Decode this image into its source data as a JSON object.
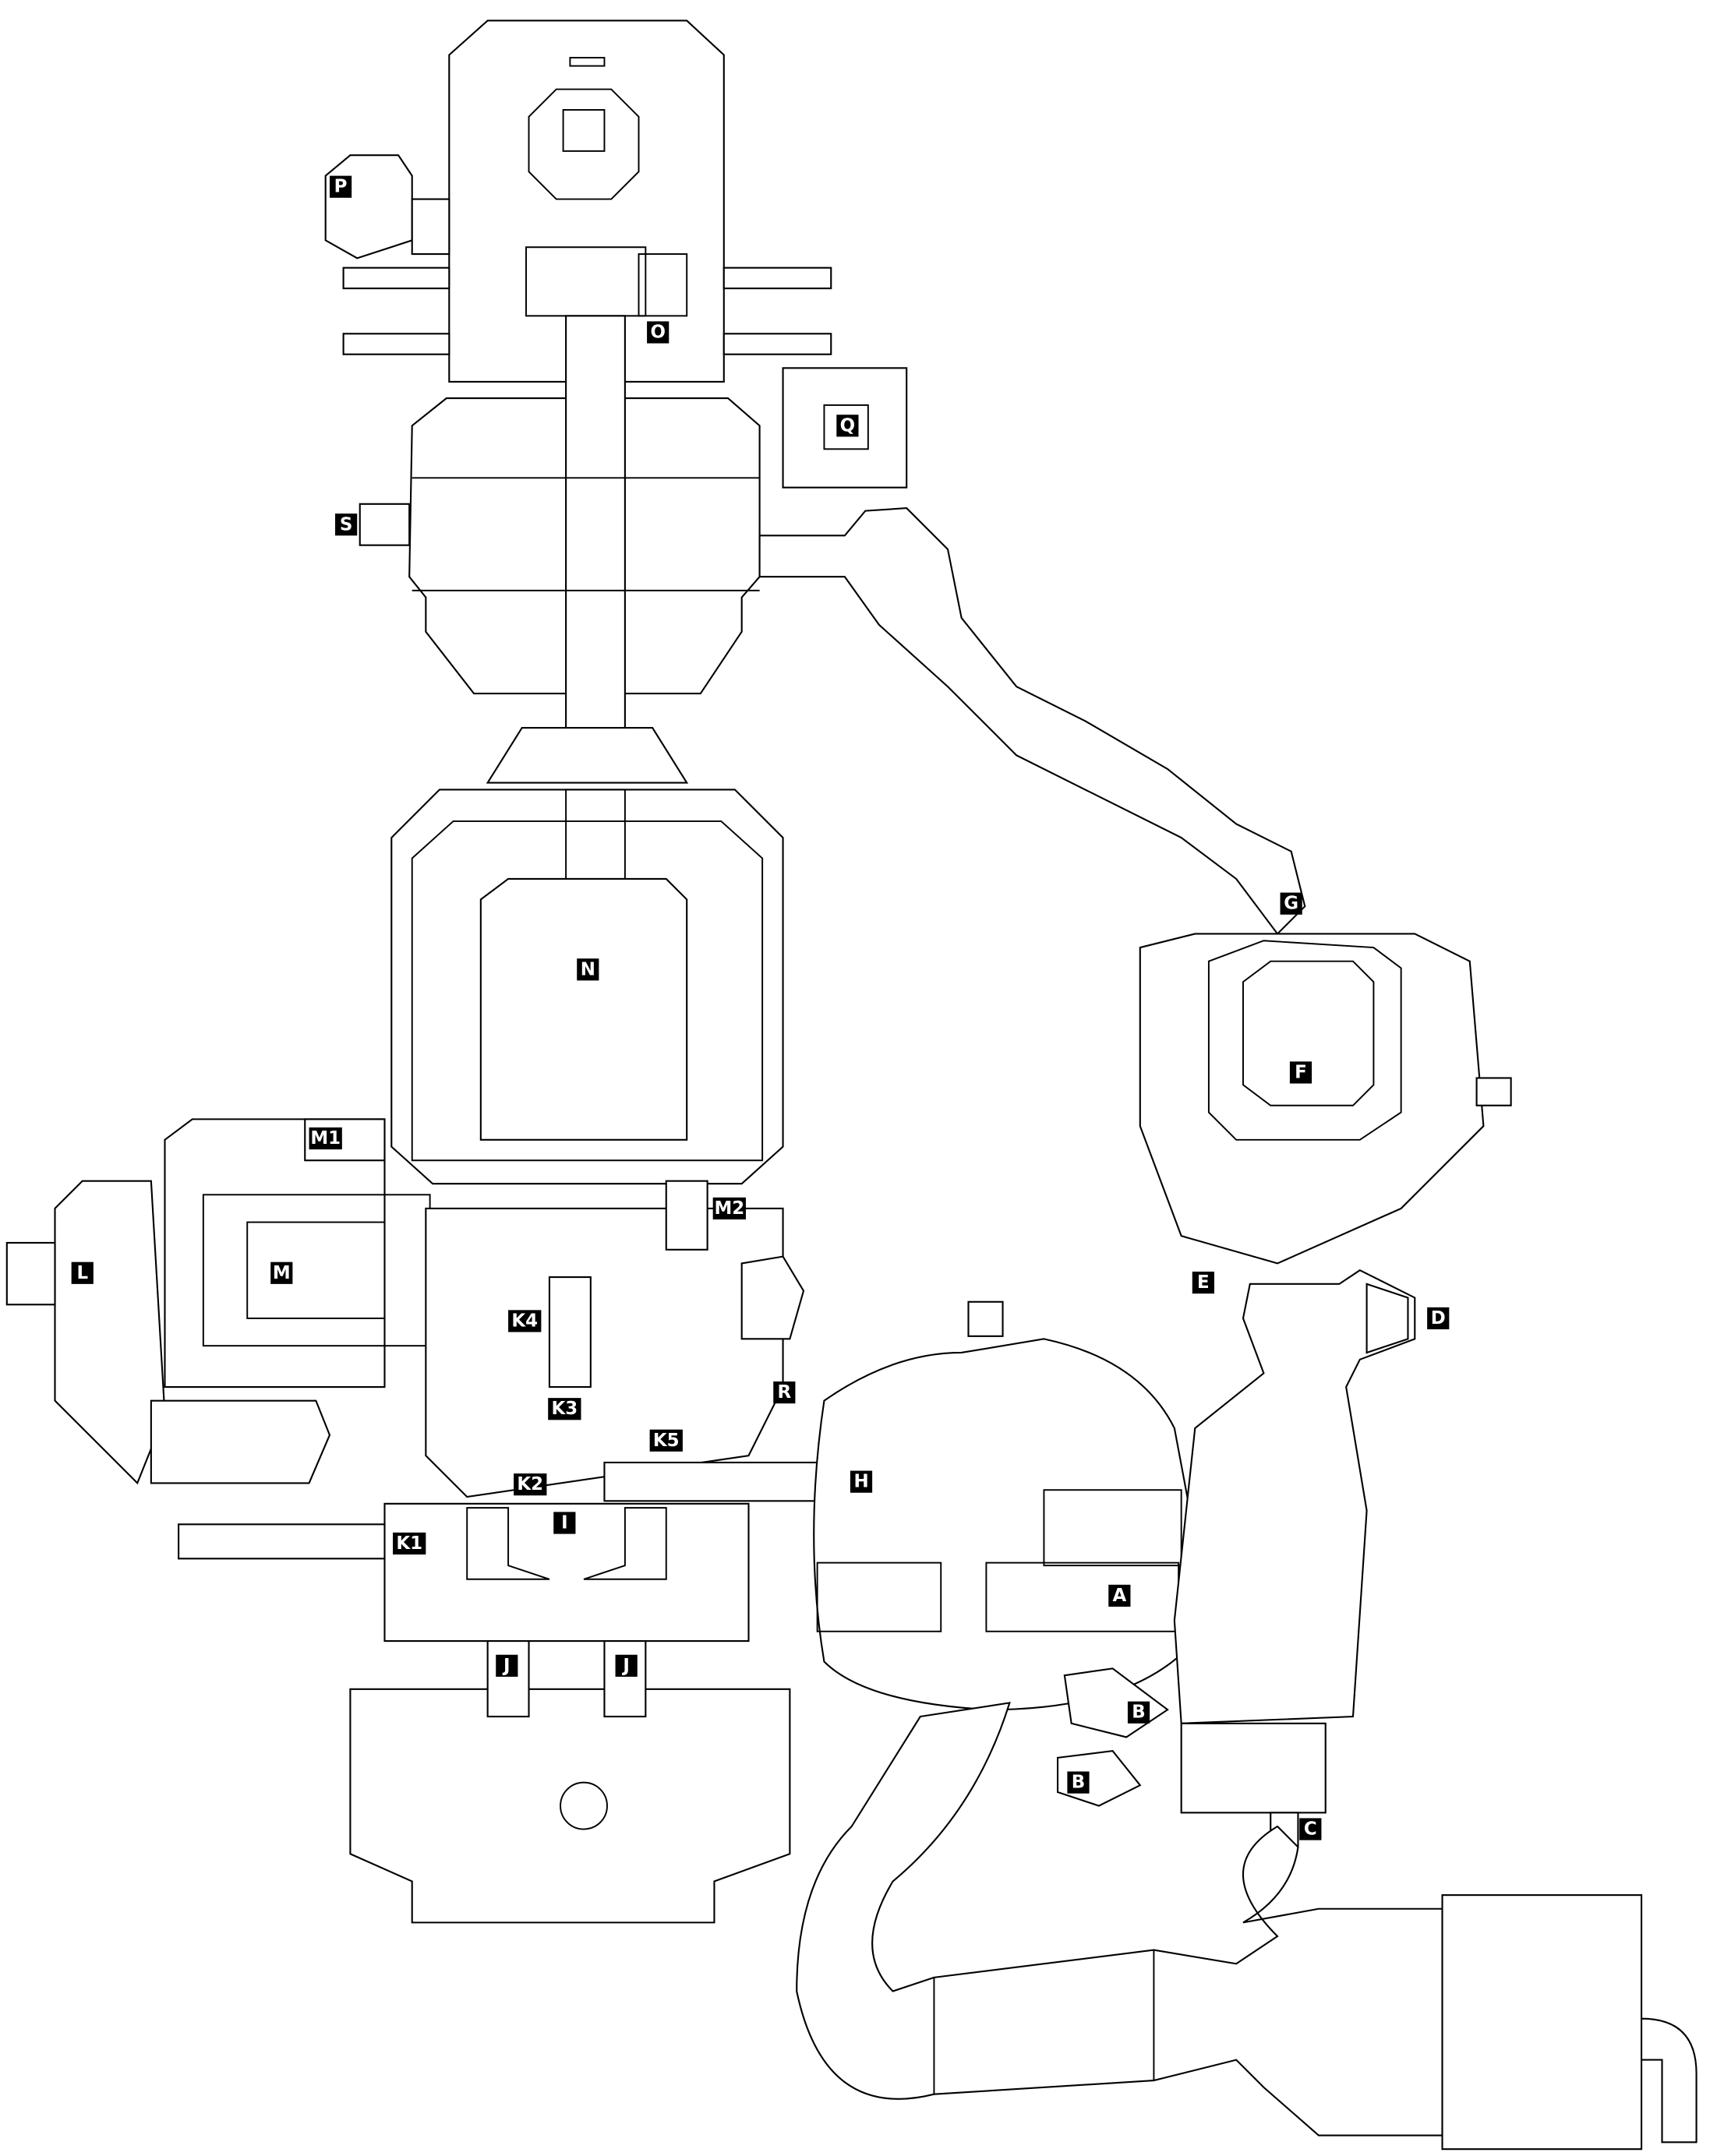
{
  "map": {
    "background_color": "#ffffff",
    "line_color": "#000000",
    "labels": [
      "P",
      "O",
      "Q",
      "S",
      "G",
      "F",
      "D",
      "E",
      "N",
      "M1",
      "M2",
      "M",
      "L",
      "K4",
      "K3",
      "K5",
      "R",
      "H",
      "K2",
      "I",
      "K1",
      "A",
      "J",
      "J",
      "B",
      "B",
      "C"
    ]
  }
}
